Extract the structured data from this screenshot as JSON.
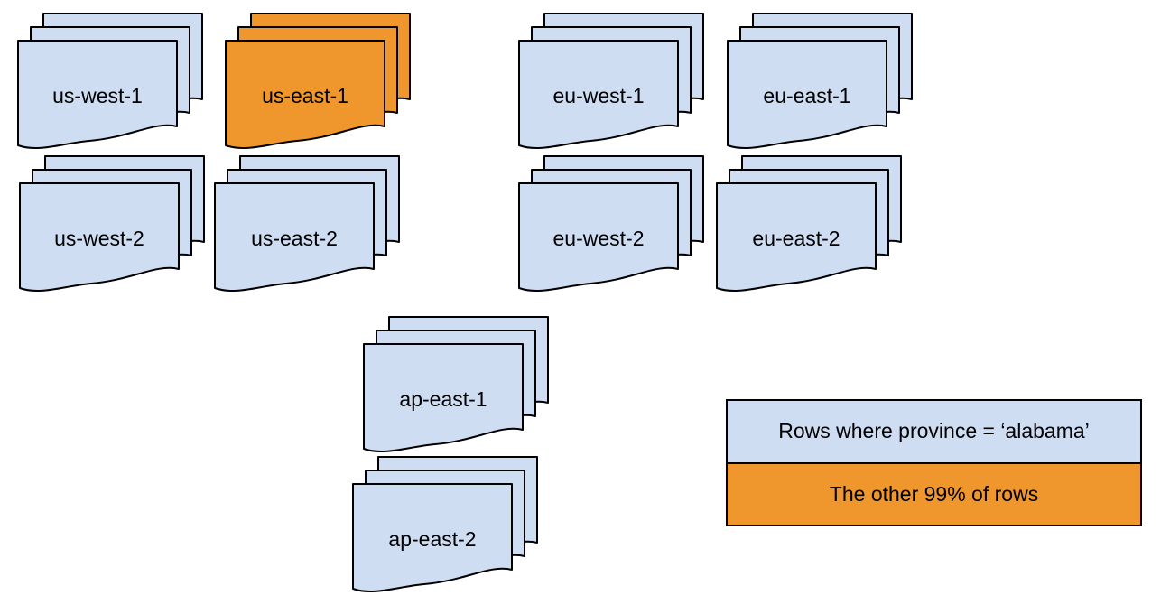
{
  "colors": {
    "partition_fill": "#CEDDF2",
    "highlight_fill": "#EF962C",
    "stroke": "#000000",
    "text": "#000000"
  },
  "stacks": [
    {
      "label": "us-west-1",
      "variant": "blue"
    },
    {
      "label": "us-east-1",
      "variant": "orange"
    },
    {
      "label": "eu-west-1",
      "variant": "blue"
    },
    {
      "label": "eu-east-1",
      "variant": "blue"
    },
    {
      "label": "us-west-2",
      "variant": "blue"
    },
    {
      "label": "us-east-2",
      "variant": "blue"
    },
    {
      "label": "eu-west-2",
      "variant": "blue"
    },
    {
      "label": "eu-east-2",
      "variant": "blue"
    },
    {
      "label": "ap-east-1",
      "variant": "blue"
    },
    {
      "label": "ap-east-2",
      "variant": "blue"
    }
  ],
  "legend": {
    "items": [
      {
        "label": "Rows where province = ‘alabama’",
        "variant": "blue"
      },
      {
        "label": "The other 99% of rows",
        "variant": "orange"
      }
    ]
  }
}
